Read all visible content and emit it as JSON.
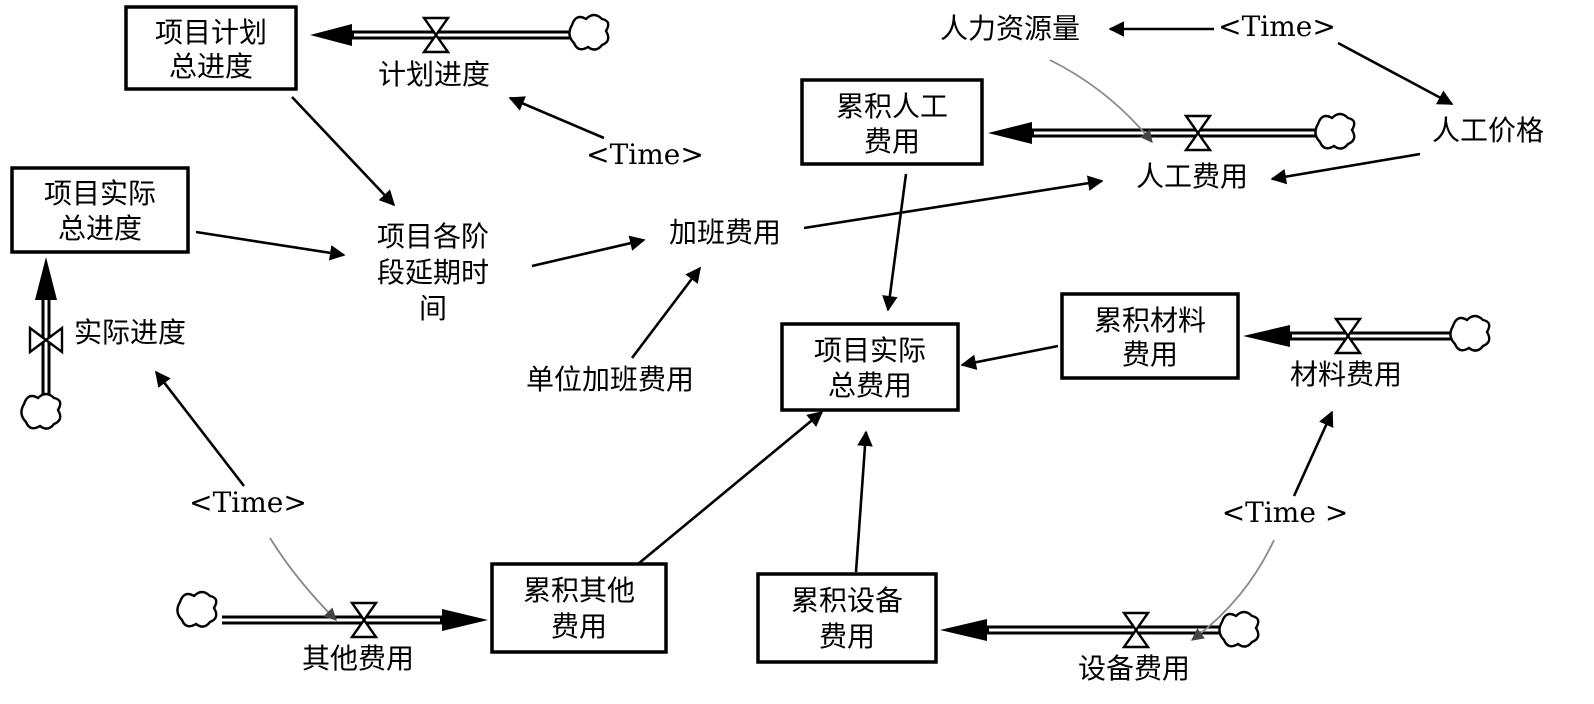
{
  "stocks": {
    "plan_total": [
      "项目计划",
      "总进度"
    ],
    "actual_total": [
      "项目实际",
      "总进度"
    ],
    "cum_labor": [
      "累积人工",
      "费用"
    ],
    "actual_cost": [
      "项目实际",
      "总费用"
    ],
    "cum_material": [
      "累积材料",
      "费用"
    ],
    "cum_other": [
      "累积其他",
      "费用"
    ],
    "cum_equipment": [
      "累积设备",
      "费用"
    ]
  },
  "flows": {
    "plan_progress": "计划进度",
    "actual_progress": "实际进度",
    "labor_cost": "人工费用",
    "material_cost": "材料费用",
    "other_cost": "其他费用",
    "equipment_cost": "设备费用"
  },
  "auxiliaries": {
    "delay": [
      "项目各阶",
      "段延期时",
      "间"
    ],
    "overtime_cost": "加班费用",
    "unit_overtime_cost": "单位加班费用",
    "hr_quantity": "人力资源量",
    "labor_price": "人工价格"
  },
  "time_refs": {
    "time_plan": "<Time>",
    "time_hr": "<Time>",
    "time_actual": "<Time>",
    "time_equipment": "<Time >"
  }
}
